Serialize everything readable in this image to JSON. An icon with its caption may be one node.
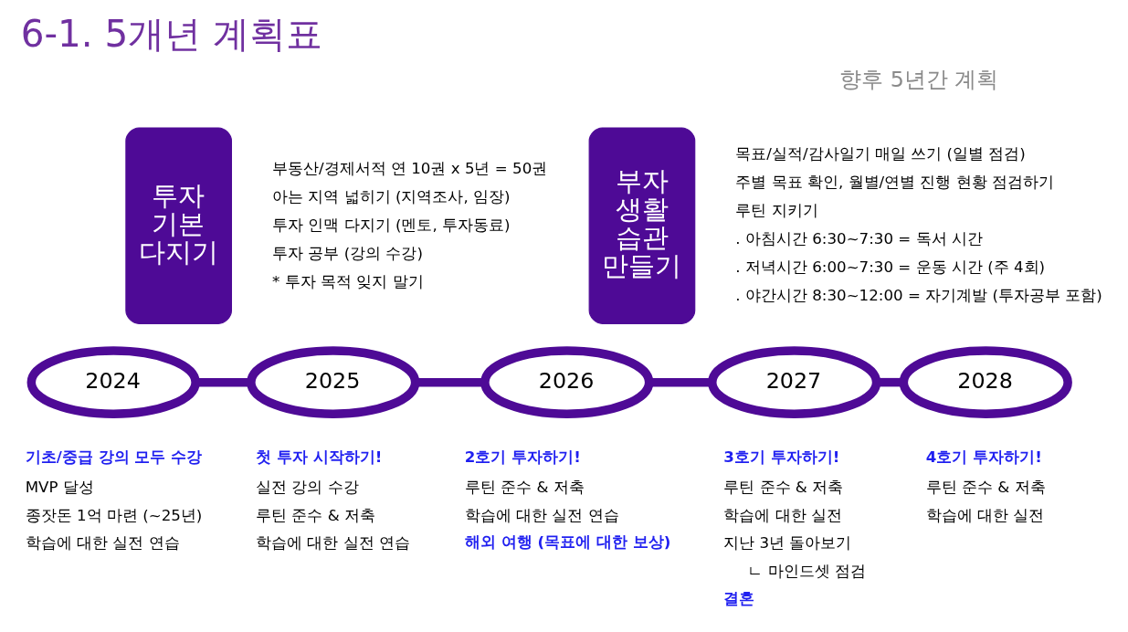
{
  "diagram": {
    "title": "6-1. 5개년 계획표",
    "nodes": [
      {
        "text": [
          "투자 기본 다지기"
        ],
        "beside": [
          "부동산/경제서적 연 10권 x 5년 = 50권",
          "아는 지역 넓히기 (지역조사, 임장)",
          "투자 인맥 다지기 (멘토, 투자동료)",
          "투자 공부 (강의 수강)",
          "* 투자 목적 잊지 말기"
        ]
      },
      {
        "text": [
          "부자 생활 습관 만들기"
        ],
        "beside": [
          "목표/실적/감사일기 매일 쓰기 (일별 점검)",
          "주별 목표 확인, 월별/연별 진행 현황 점검하기",
          "루틴 지키기",
          ". 아침시간 6:30~7:30 = 독서 시간",
          ". 저녁시간 6:00~7:30 = 운동 시간 (주 4회)",
          ". 야간시간 8:30~12:00 = 자기계발 (투자공부 포함)"
        ]
      },
      {
        "text": [
          "2024"
        ],
        "beside": [
          "기초/중급 강의 모두 수강",
          "MVP 달성",
          "종잣돈 1억 마련 (~25년)",
          "학습에 대한 실전 연습"
        ]
      },
      {
        "text": [
          "2025"
        ],
        "beside": [
          "첫 투자 시작하기!",
          "실전 강의 수강",
          "루틴 준수 & 저축",
          "학습에 대한 실전 연습"
        ]
      },
      {
        "text": [
          "2026"
        ],
        "beside": [
          "2호기 투자하기!",
          "루틴 준수 & 저축",
          "학습에 대한 실전 연습",
          "해외 여행 (목표에 대한 보상)"
        ]
      },
      {
        "text": [
          "2027"
        ],
        "beside": [
          "3호기 투자하기!",
          "루틴 준수 & 저축",
          "학습에 대한 실전",
          "지난 3년 돌아보기",
          "ㄴ 마인드셋 점검",
          "결혼"
        ]
      },
      {
        "text": [
          "2028"
        ],
        "beside": [
          "4호기 투자하기!",
          "루틴 준수 & 저축",
          "학습에 대한 실전"
        ]
      }
    ],
    "edges": [
      {
        "from": 2,
        "to": 3,
        "arrow": "none"
      },
      {
        "from": 3,
        "to": 4,
        "arrow": "none"
      },
      {
        "from": 4,
        "to": 5,
        "arrow": "none"
      },
      {
        "from": 5,
        "to": 6,
        "arrow": "none"
      }
    ],
    "labels": [
      "향후 5년간 계획"
    ]
  }
}
